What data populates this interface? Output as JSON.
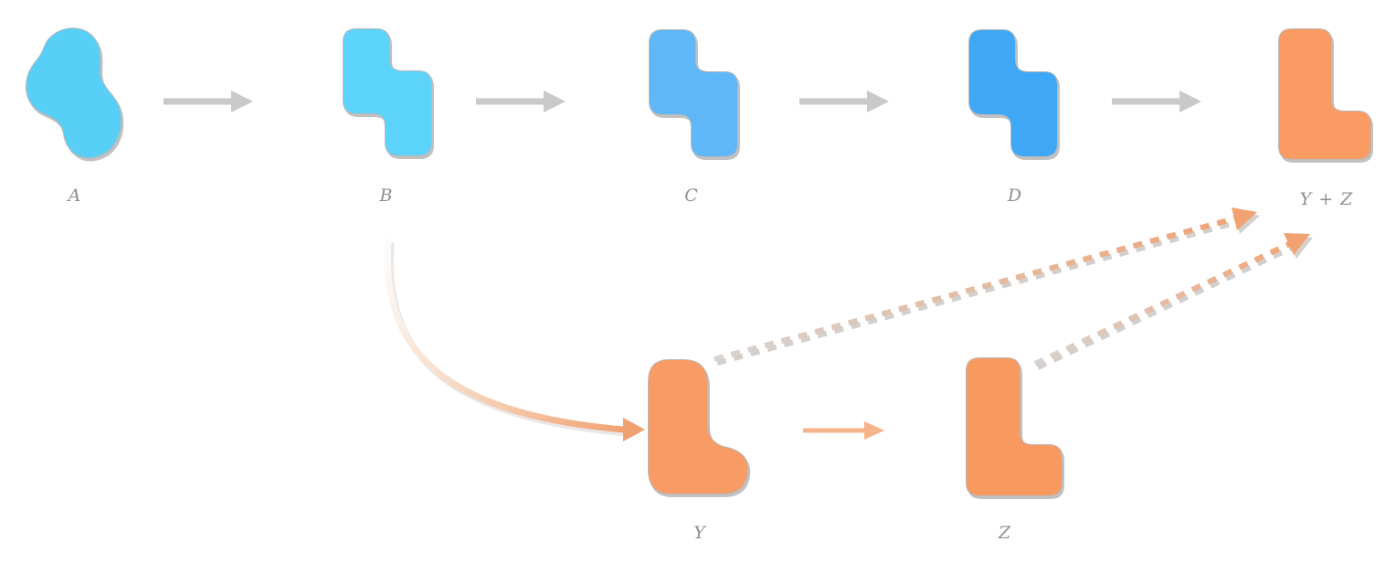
{
  "figure": {
    "top_row": [
      {
        "label": "A"
      },
      {
        "label": "B"
      },
      {
        "label": "C"
      },
      {
        "label": "D"
      },
      {
        "label": "Y + Z"
      }
    ],
    "bottom_row": [
      {
        "label": "Y"
      },
      {
        "label": "Z"
      }
    ]
  },
  "colors": {
    "shape_a": "#57cff6",
    "shape_b": "#5cd3fa",
    "shape_c": "#5fb7f8",
    "shape_d": "#3ea8f6",
    "shape_sum": "#f99b63",
    "shape_y": "#f89b64",
    "shape_z": "#f89a60",
    "arrow_gray": "#c9c9c9",
    "arrow_orange_light": "#f7b38a",
    "dash_start": "#d7d3d0",
    "dash_end": "#f2a271",
    "dash_shadow": "#c8c4c1",
    "curve_start": "#fdfcfb",
    "curve_mid": "#f7dbc6",
    "curve_end": "#f1a171",
    "label_gray": "#8f8f8f"
  }
}
